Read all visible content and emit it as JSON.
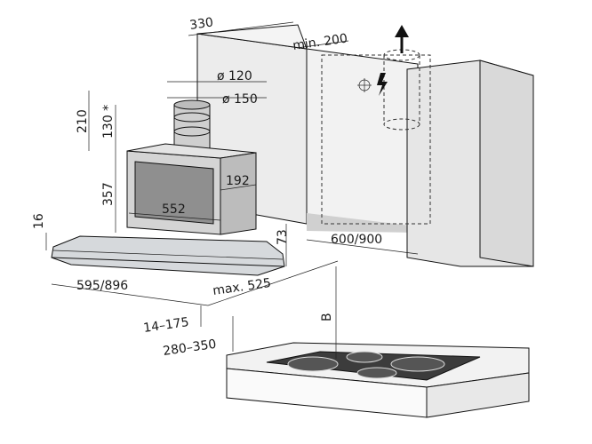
{
  "dimensions": {
    "wall_depth": "330",
    "min_clearance": "min. 200",
    "duct_d1": "ø 120",
    "duct_d2": "ø 150",
    "chimney_height": "210",
    "chimney_note": "130 *",
    "body_height": "357",
    "body_width": "552",
    "body_depth": "192",
    "canopy_thickness": "16",
    "canopy_width": "595/896",
    "canopy_depth_max": "max. 525",
    "wall_offset": "73",
    "cabinet_width": "600/900",
    "range_1": "14–175",
    "range_2": "280–350",
    "hob_distance": "B"
  },
  "colors": {
    "wall": "#ebebeb",
    "cabinet": "#e6e6e6",
    "hood": "#d9d9d9",
    "hood_dark": "#8a8a8a",
    "glass": "#cfd3d6",
    "hob": "#3c3c3c",
    "counter": "#f2f2f2"
  },
  "icons": {
    "exhaust_arrow": "up-arrow-icon",
    "electrical_symbol": "lightning-icon",
    "outlet_symbol": "power-socket-icon"
  }
}
